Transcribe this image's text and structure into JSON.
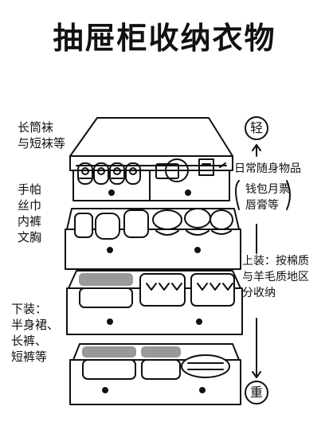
{
  "title": "抽屉柜收纳衣物",
  "labels": {
    "socks": [
      "长筒袜",
      "与短袜等"
    ],
    "accessories": [
      "手帕",
      "丝巾",
      "内裤",
      "文胸"
    ],
    "bottoms": [
      "下装：",
      "半身裙、",
      "长裤、",
      "短裤等"
    ],
    "personal_items": "日常随身物品",
    "personal_examples": [
      "钱包月票",
      "唇膏等"
    ],
    "tops": [
      "上装：按棉质",
      "与羊毛质地区",
      "分收纳"
    ]
  },
  "scale": {
    "light": "轻",
    "heavy": "重"
  }
}
